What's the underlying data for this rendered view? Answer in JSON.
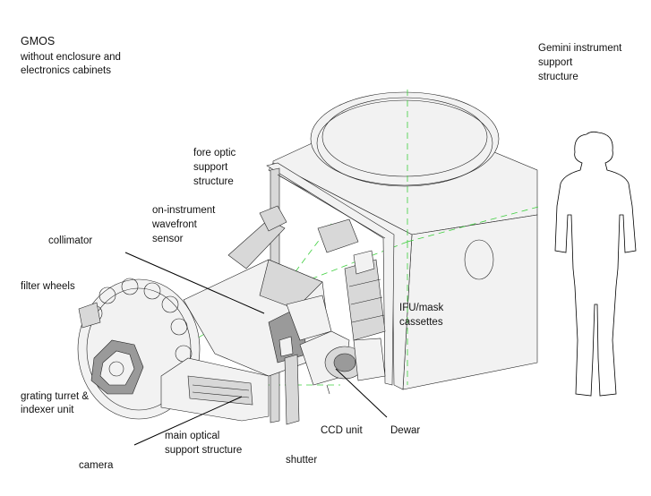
{
  "title": {
    "line1": "GMOS",
    "line2": "without enclosure and",
    "line3": "electronics cabinets"
  },
  "labels": {
    "gemini_support": [
      "Gemini instrument",
      "support",
      "structure"
    ],
    "fore_optic": [
      "fore optic",
      "support",
      "structure"
    ],
    "wavefront": [
      "on-instrument",
      "wavefront",
      "sensor"
    ],
    "collimator": "collimator",
    "filter_wheels": "filter wheels",
    "ifu_mask": [
      "IFU/mask",
      "cassettes"
    ],
    "grating": [
      "grating turret &",
      "indexer unit"
    ],
    "main_optical": [
      "main optical",
      "support structure"
    ],
    "ccd_unit": "CCD unit",
    "dewar": "Dewar",
    "shutter": "shutter",
    "camera": "camera"
  }
}
